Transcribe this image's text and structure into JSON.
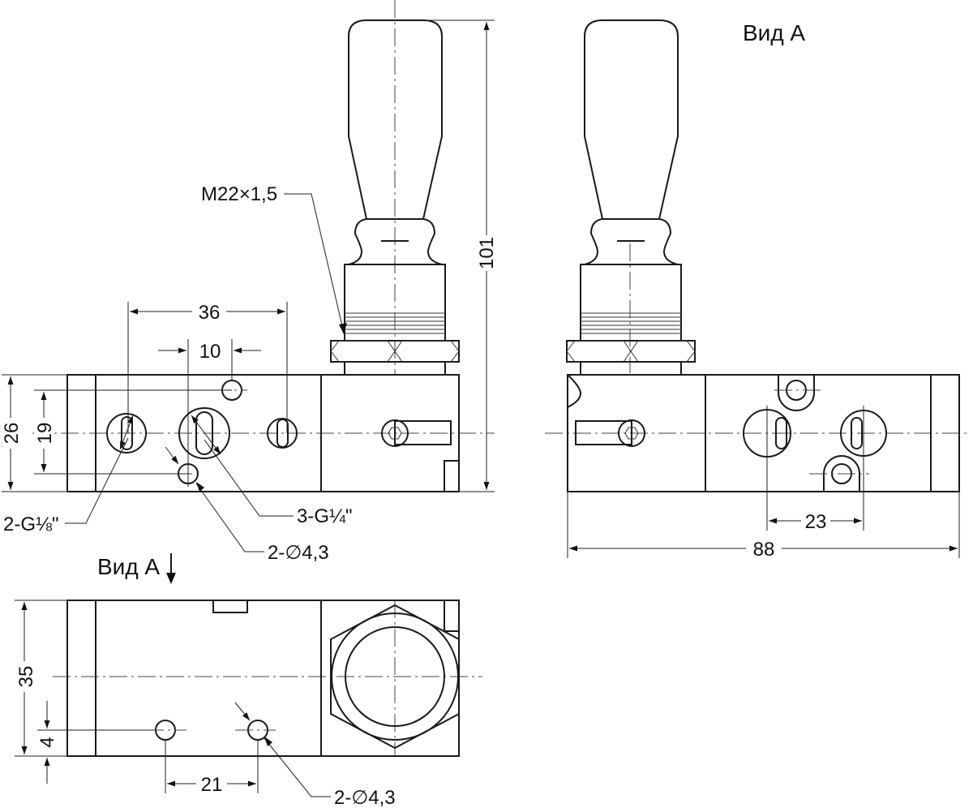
{
  "labels": {
    "thread": "M22×1,5",
    "dim_height": "101",
    "dim_36": "36",
    "dim_10": "10",
    "dim_26": "26",
    "dim_19": "19",
    "port_small": "2-G⅛\"",
    "port_large": "3-G¼\"",
    "hole_front": "2-∅4,3",
    "view_a_top": "Вид А",
    "view_a_arrow": "Вид А",
    "dim_23": "23",
    "dim_88": "88",
    "dim_35": "35",
    "dim_4": "4",
    "dim_21": "21",
    "hole_bottom": "2-∅4,3"
  }
}
